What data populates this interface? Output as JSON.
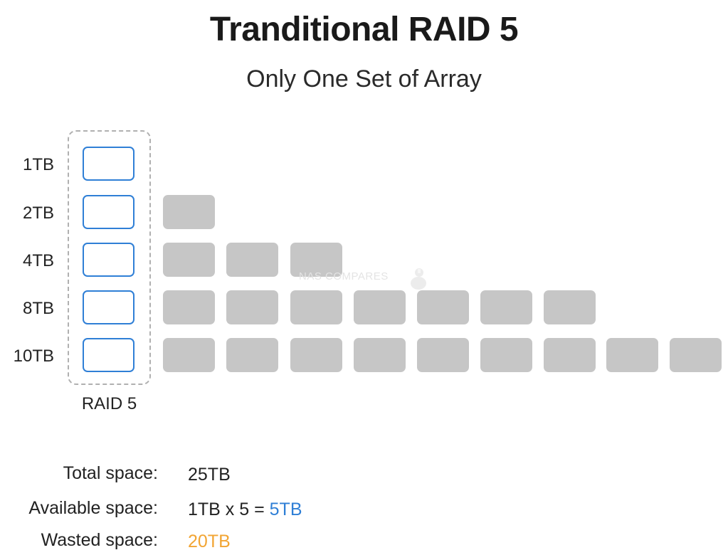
{
  "title": "Tranditional RAID 5",
  "subtitle": "Only One Set of Array",
  "disks": [
    {
      "label": "1TB",
      "size_tb": 1,
      "wasted_blocks": 0
    },
    {
      "label": "2TB",
      "size_tb": 2,
      "wasted_blocks": 1
    },
    {
      "label": "4TB",
      "size_tb": 4,
      "wasted_blocks": 3
    },
    {
      "label": "8TB",
      "size_tb": 8,
      "wasted_blocks": 7
    },
    {
      "label": "10TB",
      "size_tb": 10,
      "wasted_blocks": 9
    }
  ],
  "raid_caption": "RAID 5",
  "watermark": "NAS COMPARES",
  "stats": {
    "total_label": "Total space:",
    "total_value": "25TB",
    "available_label": "Available space:",
    "available_formula": "1TB x 5 = ",
    "available_value": "5TB",
    "wasted_label": "Wasted space:",
    "wasted_value": "20TB"
  },
  "colors": {
    "raid_block_border": "#2f7fd6",
    "wasted_block": "#c6c6c6",
    "available_text": "#2f7fd6",
    "wasted_text": "#f2a534"
  }
}
